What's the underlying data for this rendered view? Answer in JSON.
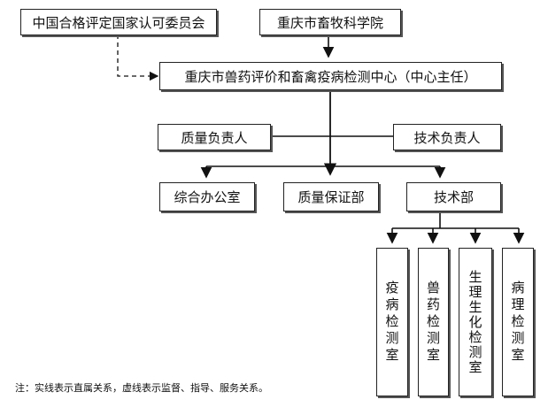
{
  "nodes": {
    "cnas": "中国合格评定国家认可委员会",
    "academy": "重庆市畜牧科学院",
    "center": "重庆市兽药评价和畜禽疫病检测中心（中心主任）",
    "quality_head": "质量负责人",
    "tech_head": "技术负责人",
    "office": "综合办公室",
    "quality_dept": "质量保证部",
    "tech_dept": "技术部",
    "lab_epidemic": "疫病检测室",
    "lab_vetdrug": "兽药检测室",
    "lab_physio": "生理生化检测室",
    "lab_patho": "病理检测室"
  },
  "note": "注：实线表示直属关系，虚线表示监督、指导、服务关系。"
}
